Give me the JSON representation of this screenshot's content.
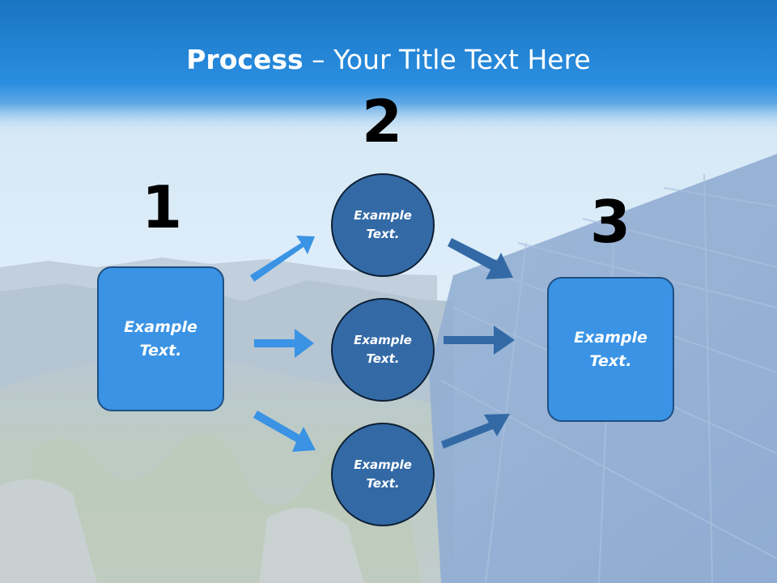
{
  "slide": {
    "title_bold": "Process",
    "title_rest": " – Your Title Text Here"
  },
  "steps": {
    "n1": "1",
    "n2": "2",
    "n3": "3"
  },
  "nodes": {
    "left_box": "Example\nText.",
    "circle_top": "Example\nText.",
    "circle_middle": "Example\nText.",
    "circle_bottom": "Example\nText.",
    "right_box": "Example\nText."
  },
  "colors": {
    "header": "#1f86d8",
    "box": "#3a93e4",
    "circle": "#336aa6",
    "arrow_light": "#3a93e4",
    "arrow_dark": "#336aa6"
  }
}
